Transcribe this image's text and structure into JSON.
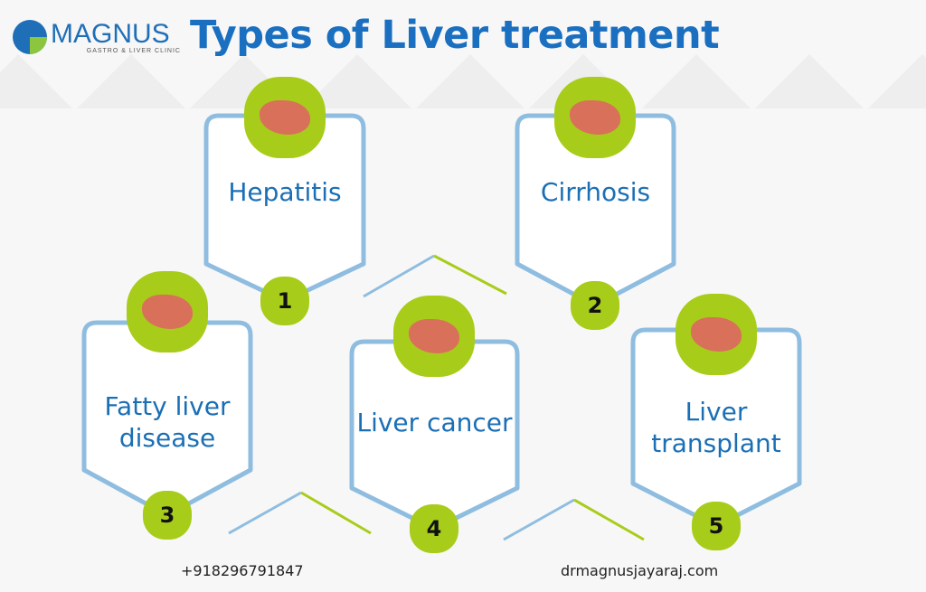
{
  "logo": {
    "name": "MAGNUS",
    "subtitle": "GASTRO & LIVER CLINIC"
  },
  "title": "Types of Liver treatment",
  "colors": {
    "blue": "#1a6fc0",
    "outline": "#8fbde0",
    "green": "#a8cc1a"
  },
  "items": [
    {
      "number": "1",
      "label": "Hepatitis",
      "icon": "liver-virus-icon"
    },
    {
      "number": "2",
      "label": "Cirrhosis",
      "icon": "cirrhosis-scan-icon"
    },
    {
      "number": "3",
      "label": "Fatty liver disease",
      "icon": "fatty-liver-icon"
    },
    {
      "number": "4",
      "label": "Liver cancer",
      "icon": "liver-cancer-ribbon-icon"
    },
    {
      "number": "5",
      "label": "Liver transplant",
      "icon": "liver-transplant-icon"
    }
  ],
  "footer": {
    "phone": "+918296791847",
    "website": "drmagnusjayaraj.com"
  }
}
